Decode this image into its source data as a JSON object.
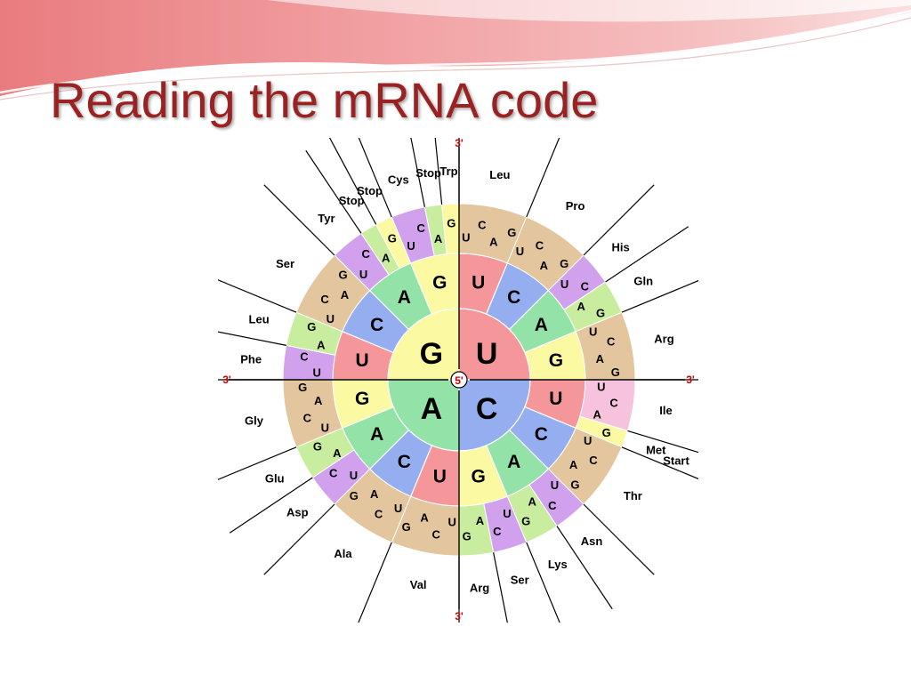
{
  "slide": {
    "title": "Reading the mRNA code"
  },
  "colors": {
    "title": "#9b2222",
    "U": "#f4969a",
    "C": "#94aef0",
    "A": "#93e3a8",
    "G": "#fbfaa2",
    "aa_tan": "#e3c59e",
    "aa_purple": "#d1a1ed",
    "aa_green": "#c9ed9e",
    "aa_pink": "#f7c2dd",
    "end_label": "#cc0000"
  },
  "wheel": {
    "center_label": "5'",
    "end_labels": [
      "3'",
      "3'",
      "3'",
      "3'"
    ],
    "first": [
      {
        "base": "G",
        "color": "G"
      },
      {
        "base": "U",
        "color": "U"
      },
      {
        "base": "C",
        "color": "C"
      },
      {
        "base": "A",
        "color": "A"
      }
    ],
    "second": [
      {
        "base": "U",
        "color": "U"
      },
      {
        "base": "C",
        "color": "C"
      },
      {
        "base": "A",
        "color": "A"
      },
      {
        "base": "G",
        "color": "G"
      },
      {
        "base": "U",
        "color": "U"
      },
      {
        "base": "C",
        "color": "C"
      },
      {
        "base": "A",
        "color": "A"
      },
      {
        "base": "G",
        "color": "G"
      },
      {
        "base": "U",
        "color": "U"
      },
      {
        "base": "C",
        "color": "C"
      },
      {
        "base": "A",
        "color": "A"
      },
      {
        "base": "G",
        "color": "G"
      },
      {
        "base": "U",
        "color": "U"
      },
      {
        "base": "C",
        "color": "C"
      },
      {
        "base": "A",
        "color": "A"
      },
      {
        "base": "G",
        "color": "G"
      }
    ],
    "third_letters": [
      "U",
      "C",
      "A",
      "G",
      "U",
      "C",
      "A",
      "G",
      "U",
      "C",
      "A",
      "G",
      "U",
      "C",
      "A",
      "G",
      "U",
      "C",
      "A",
      "G",
      "U",
      "C",
      "A",
      "G",
      "U",
      "C",
      "A",
      "G",
      "U",
      "C",
      "A",
      "G",
      "U",
      "C",
      "A",
      "G",
      "U",
      "C",
      "A",
      "G",
      "U",
      "C",
      "A",
      "G",
      "U",
      "C",
      "A",
      "G",
      "U",
      "C",
      "A",
      "G",
      "U",
      "C",
      "A",
      "G",
      "U",
      "C",
      "A",
      "G",
      "U",
      "C",
      "A",
      "G"
    ],
    "amino_acids": [
      {
        "name": "Phe",
        "color": "aa_purple"
      },
      {
        "name": "Leu",
        "color": "aa_green"
      },
      {
        "name": "Ser",
        "color": "aa_tan"
      },
      {
        "name": "Tyr",
        "color": "aa_purple"
      },
      {
        "name": "Stop",
        "color": "aa_green"
      },
      {
        "name": "Stop",
        "color": "G"
      },
      {
        "name": "Cys",
        "color": "aa_purple"
      },
      {
        "name": "Stop",
        "color": "aa_green"
      },
      {
        "name": "Trp",
        "color": "G"
      },
      {
        "name": "Leu",
        "color": "aa_tan"
      },
      {
        "name": "Pro",
        "color": "aa_tan"
      },
      {
        "name": "His",
        "color": "aa_purple"
      },
      {
        "name": "Gln",
        "color": "aa_green"
      },
      {
        "name": "Arg",
        "color": "aa_tan"
      },
      {
        "name": "Ile",
        "color": "aa_pink"
      },
      {
        "name": "Met",
        "sub": "Start",
        "color": "G"
      },
      {
        "name": "Thr",
        "color": "aa_tan"
      },
      {
        "name": "Asn",
        "color": "aa_purple"
      },
      {
        "name": "Lys",
        "color": "aa_green"
      },
      {
        "name": "Ser",
        "color": "aa_purple"
      },
      {
        "name": "Arg",
        "color": "aa_green"
      },
      {
        "name": "Val",
        "color": "aa_tan"
      },
      {
        "name": "Ala",
        "color": "aa_tan"
      },
      {
        "name": "Asp",
        "color": "aa_purple"
      },
      {
        "name": "Glu",
        "color": "aa_green"
      },
      {
        "name": "Gly",
        "color": "aa_tan"
      }
    ]
  }
}
